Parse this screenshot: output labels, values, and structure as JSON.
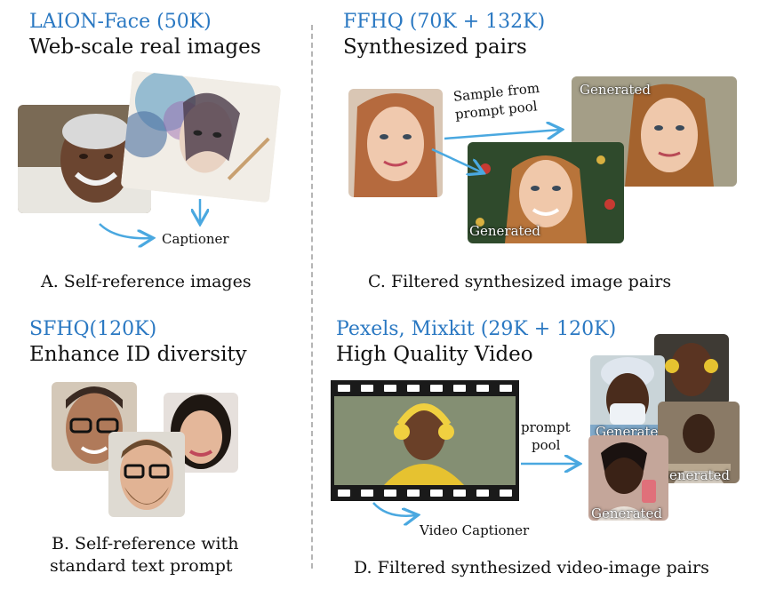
{
  "panel_a": {
    "title": "LAION-Face (50K)",
    "subtitle": "Web-scale real images",
    "captioner": "Captioner",
    "caption": "A. Self-reference images"
  },
  "panel_b": {
    "title": "SFHQ(120K)",
    "subtitle": "Enhance ID diversity",
    "caption_line1": "B. Self-reference with",
    "caption_line2": "standard text prompt"
  },
  "panel_c": {
    "title": "FFHQ (70K + 132K)",
    "subtitle": "Synthesized pairs",
    "sample_line1": "Sample from",
    "sample_line2": "prompt pool",
    "generated": "Generated",
    "caption": "C. Filtered synthesized image pairs"
  },
  "panel_d": {
    "title": "Pexels, Mixkit (29K + 120K)",
    "subtitle": "High Quality Video",
    "prompt_line1": "prompt",
    "prompt_line2": "pool",
    "video_captioner": "Video Captioner",
    "generated": "Generated",
    "caption": "D. Filtered synthesized video-image pairs"
  },
  "colors": {
    "heading_blue": "#2a78c2",
    "arrow_blue": "#4aa8e0",
    "divider": "#b5b5b5"
  }
}
